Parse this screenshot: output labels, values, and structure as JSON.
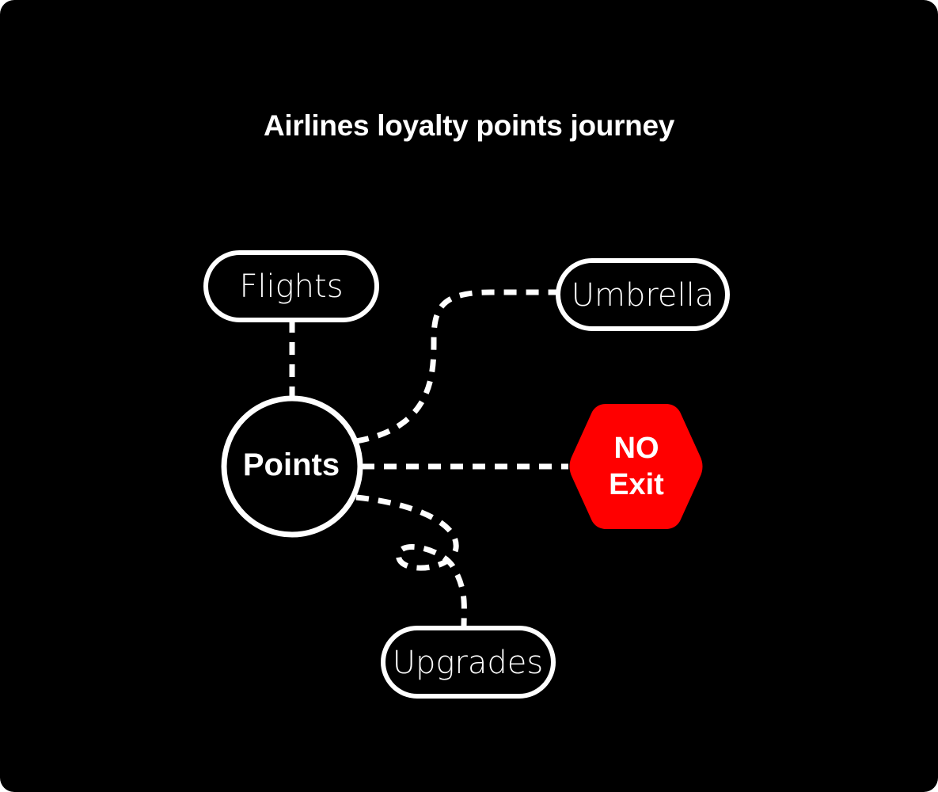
{
  "title": "Airlines loyalty points journey",
  "hub": {
    "label": "Points"
  },
  "nodes": {
    "flights": {
      "label": "Flights"
    },
    "umbrella": {
      "label": "Umbrella"
    },
    "upgrades": {
      "label": "Upgrades"
    }
  },
  "stop": {
    "line1": "NO",
    "line2": "Exit"
  },
  "colors": {
    "background": "#000000",
    "stroke": "#ffffff",
    "stop": "#ff0000"
  }
}
